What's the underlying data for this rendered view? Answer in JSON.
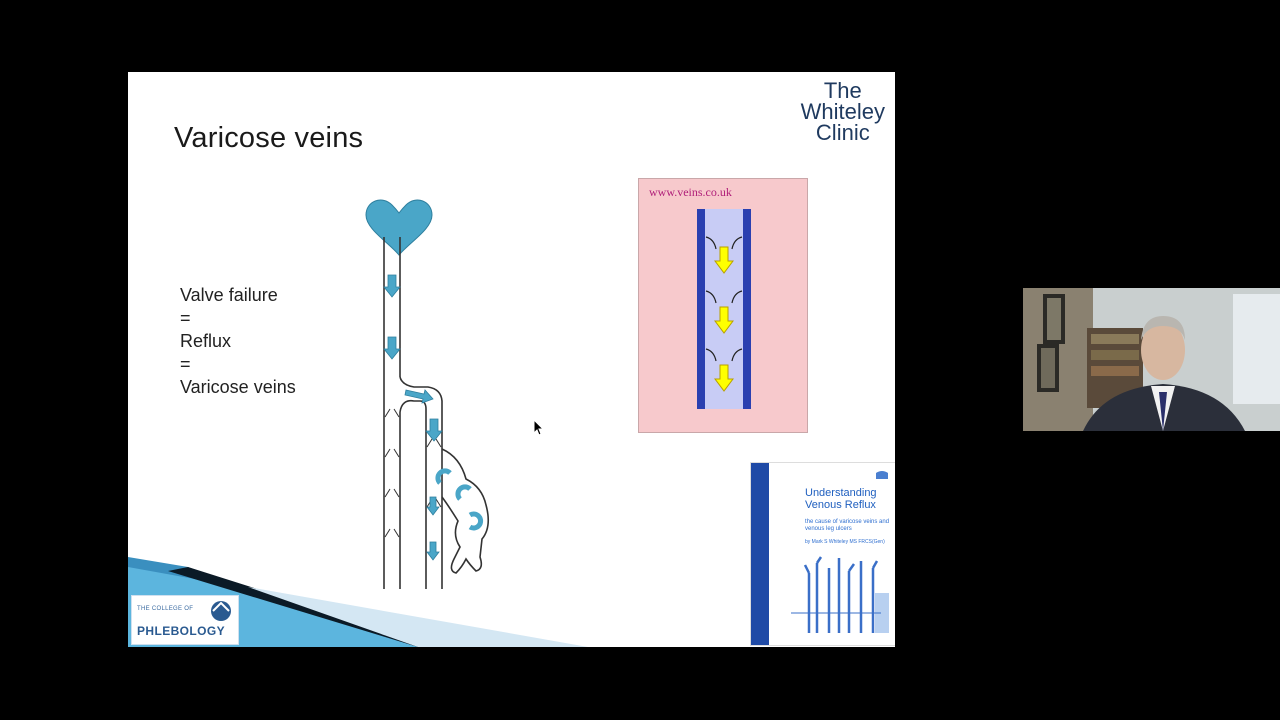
{
  "slide": {
    "title": "Varicose veins",
    "logo_lines": [
      "The",
      "Whiteley",
      "Clinic"
    ],
    "bullets": [
      "Valve failure",
      "=",
      "Reflux",
      "=",
      "Varicose veins"
    ],
    "website_label": "www.veins.co.uk",
    "book": {
      "title": "Understanding Venous Reflux",
      "subtitle": "the cause of varicose veins and venous leg ulcers",
      "author": "by Mark S Whiteley MS FRCS(Gen)"
    },
    "college_logo": {
      "top_text": "THE COLLEGE OF",
      "main_text": "PHLEBOLOGY"
    }
  },
  "colors": {
    "background": "#000000",
    "vein_blue": "#4aa6c8",
    "arrow_yellow": "#ffff00",
    "pink_panel": "#f7c9cc",
    "brand_navy": "#1f3a5f"
  },
  "icons": [
    "heart-icon",
    "flow-arrow-icon",
    "cursor-icon",
    "college-logo-icon"
  ]
}
